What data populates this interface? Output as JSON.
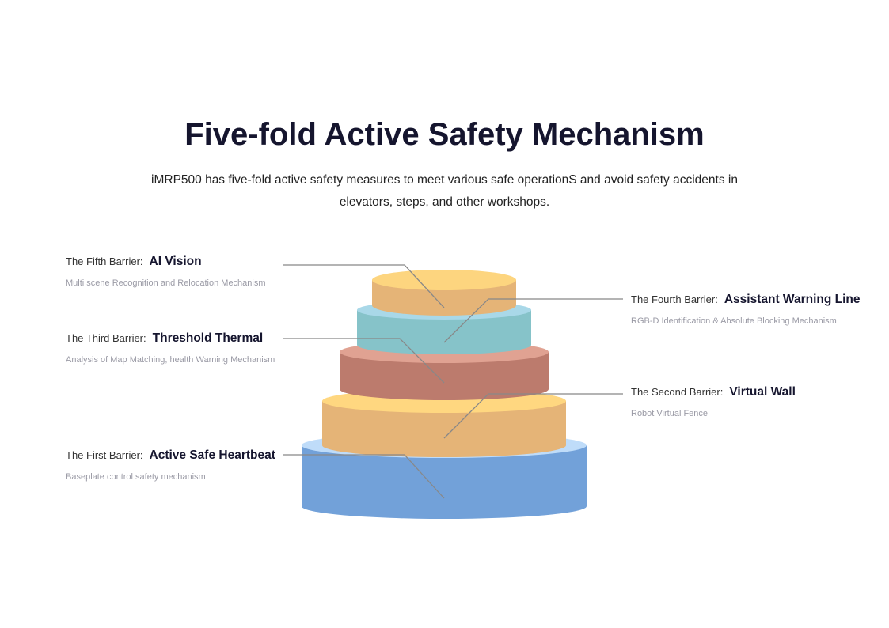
{
  "title": "Five-fold Active Safety Mechanism",
  "description": "iMRP500 has five-fold active safety measures to meet various safe operationS and avoid safety accidents in elevators, steps, and other workshops.",
  "barriers": [
    {
      "prefix": "The First Barrier:",
      "name": "Active Safe Heartbeat",
      "sub": "Baseplate control safety mechanism",
      "top_color": "#BFDCF9",
      "side_color": "#72A1D9"
    },
    {
      "prefix": "The Second Barrier:",
      "name": "Virtual Wall",
      "sub": "Robot Virtual Fence",
      "top_color": "#FFD780",
      "side_color": "#E5B477"
    },
    {
      "prefix": "The Third Barrier:",
      "name": "Threshold Thermal",
      "sub": "Analysis of Map Matching, health Warning Mechanism",
      "top_color": "#E0A292",
      "side_color": "#BC7B6D"
    },
    {
      "prefix": "The Fourth Barrier:",
      "name": "Assistant Warning Line",
      "sub": "RGB-D Identification & Absolute Blocking Mechanism",
      "top_color": "#A9D8E8",
      "side_color": "#86C3C9"
    },
    {
      "prefix": "The Fifth Barrier:",
      "name": "AI Vision",
      "sub": "Multi scene Recognition and Relocation Mechanism",
      "top_color": "#FDD57F",
      "side_color": "#E5B477"
    }
  ]
}
